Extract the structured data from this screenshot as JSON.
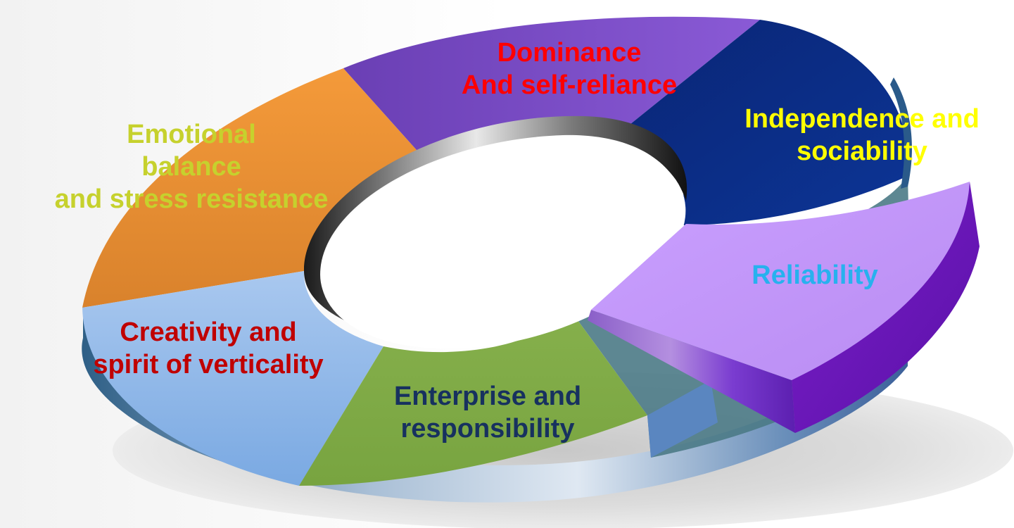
{
  "diagram": {
    "segments": [
      {
        "id": "dominance",
        "lines": [
          "Dominance",
          "And self-reliance"
        ],
        "fill": "#7b52c9",
        "label_color": "#ff0000"
      },
      {
        "id": "independence",
        "lines": [
          "Independence and",
          "sociability"
        ],
        "fill": "#0b2a86",
        "label_color": "#ffff00"
      },
      {
        "id": "reliability",
        "lines": [
          "Reliability"
        ],
        "fill": "#cc99ff",
        "label_color": "#27b1ee"
      },
      {
        "id": "enterprise",
        "lines": [
          "Enterprise and",
          "responsibility"
        ],
        "fill": "#82ad4a",
        "label_color": "#17315f"
      },
      {
        "id": "creativity",
        "lines": [
          "Creativity and",
          "spirit of verticality"
        ],
        "fill": "#9cc2ee",
        "label_color": "#c00000"
      },
      {
        "id": "emotional",
        "lines": [
          "Emotional",
          "balance",
          "and stress resistance"
        ],
        "fill": "#f0963a",
        "label_color": "#c6d12d"
      }
    ]
  }
}
